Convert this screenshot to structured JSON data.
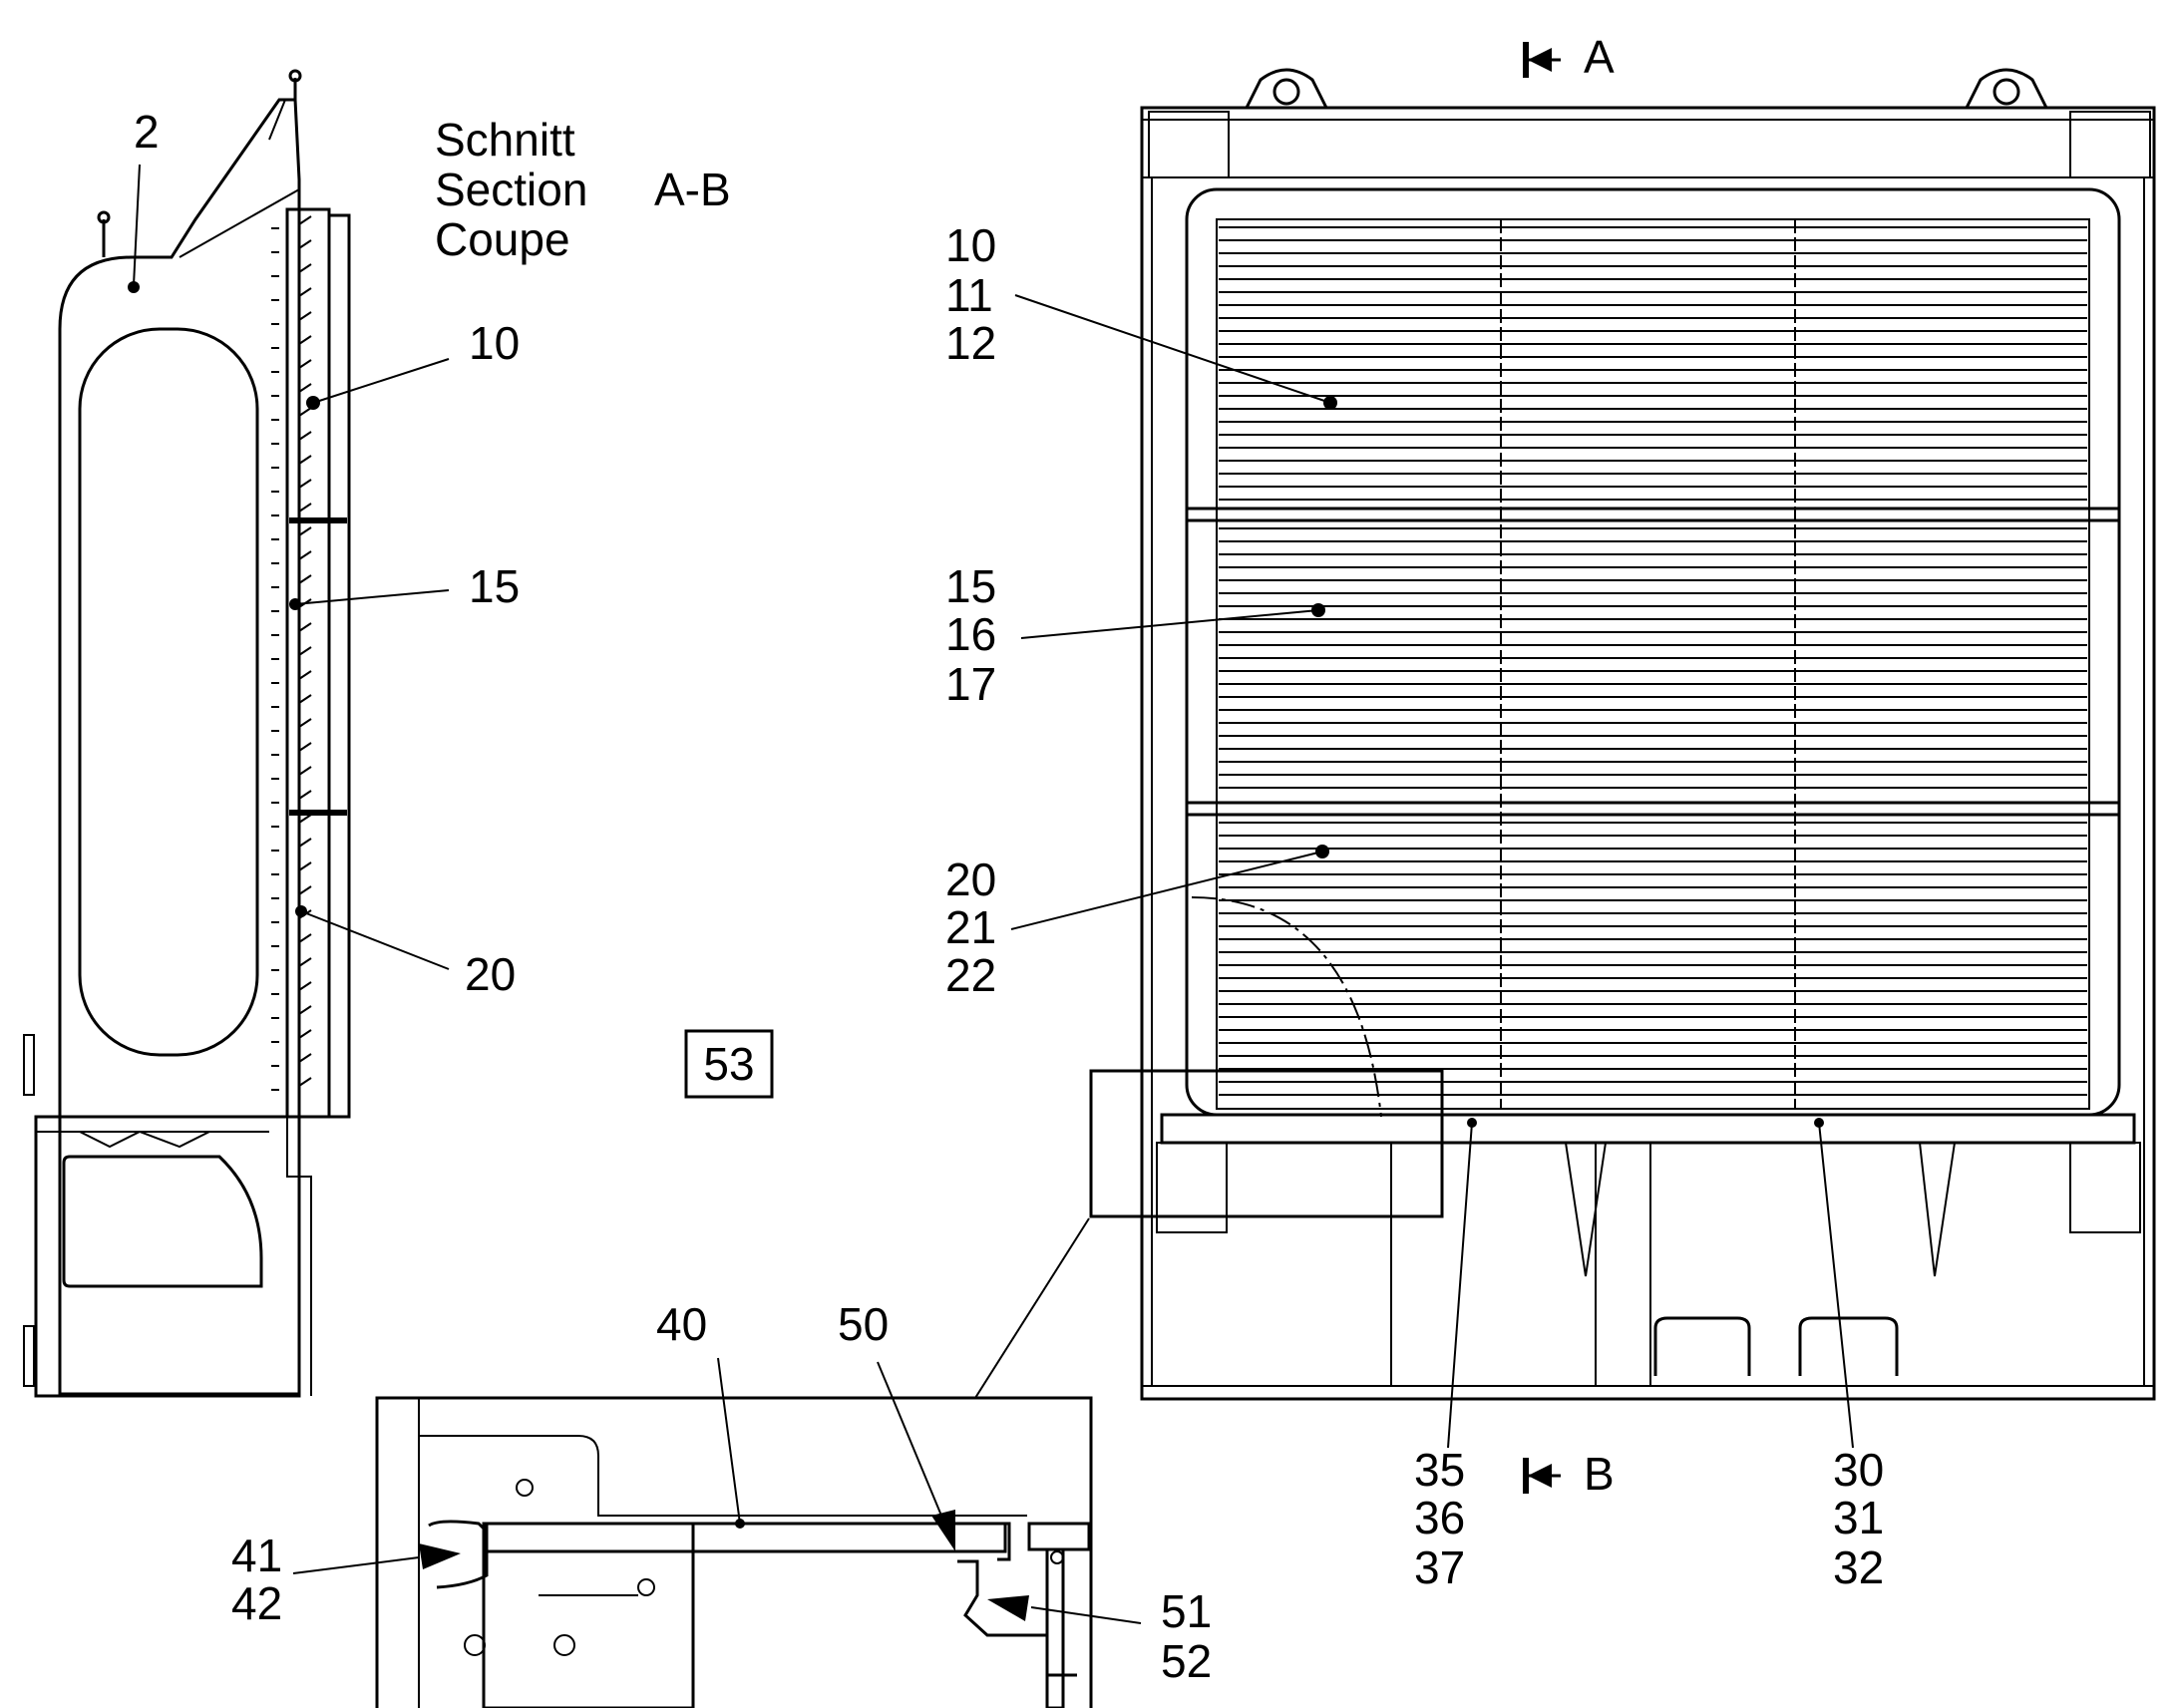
{
  "colors": {
    "ink": "#000000",
    "paper": "#ffffff",
    "gray": "#7a7a7a"
  },
  "section_title": {
    "line1": "Schnitt",
    "line2": "Section",
    "line3": "Coupe",
    "id": "A-B"
  },
  "section_markers": {
    "top": "A",
    "bottom": "B"
  },
  "left_view_callouts": {
    "body": "2",
    "upper_panel": "10",
    "middle_panel": "15",
    "lower_panel": "20"
  },
  "right_view_callouts": {
    "upper_panel": [
      "10",
      "11",
      "12"
    ],
    "middle_panel": [
      "15",
      "16",
      "17"
    ],
    "lower_panel": [
      "20",
      "21",
      "22"
    ],
    "bottom_left": [
      "35",
      "36",
      "37"
    ],
    "bottom_right": [
      "30",
      "31",
      "32"
    ]
  },
  "detail_callouts": {
    "rail": "40",
    "left_fastener": [
      "41",
      "42"
    ],
    "latch": "50",
    "right_fastener": [
      "51",
      "52"
    ]
  },
  "boxed_item": "53"
}
